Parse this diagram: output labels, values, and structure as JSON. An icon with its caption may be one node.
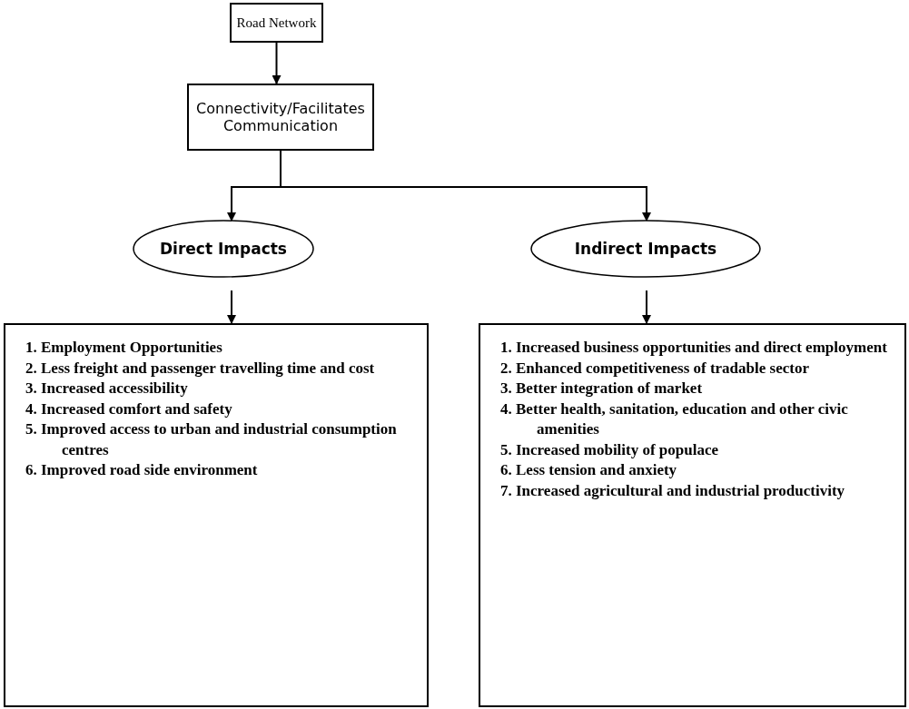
{
  "diagram": {
    "nodes": [
      {
        "text": [
          "Road Network"
        ]
      },
      {
        "text": [
          "Connectivity/Facilitates Communication"
        ]
      },
      {
        "text": [
          "Direct Impacts"
        ]
      },
      {
        "text": [
          "Indirect Impacts"
        ]
      },
      {
        "text": [
          "1. Employment Opportunities",
          "2. Less freight and passenger travelling time and cost",
          "3. Increased accessibility",
          "4. Increased comfort and safety",
          "5. Improved access to urban and industrial consumption centres",
          "6. Improved road side environment"
        ]
      },
      {
        "text": [
          "1. Increased business opportunities and direct employment",
          "2. Enhanced competitiveness of tradable sector",
          "3. Better integration of market",
          "4. Better health, sanitation, education and other civic amenities",
          "5. Increased mobility of populace",
          "6. Less tension and anxiety",
          "7. Increased agricultural and industrial productivity"
        ]
      }
    ],
    "edges": [
      {
        "from": 0,
        "to": 1,
        "arrow": "to"
      },
      {
        "from": 1,
        "to": 2,
        "arrow": "to"
      },
      {
        "from": 1,
        "to": 3,
        "arrow": "to"
      },
      {
        "from": 2,
        "to": 4,
        "arrow": "to"
      },
      {
        "from": 3,
        "to": 5,
        "arrow": "to"
      }
    ]
  }
}
